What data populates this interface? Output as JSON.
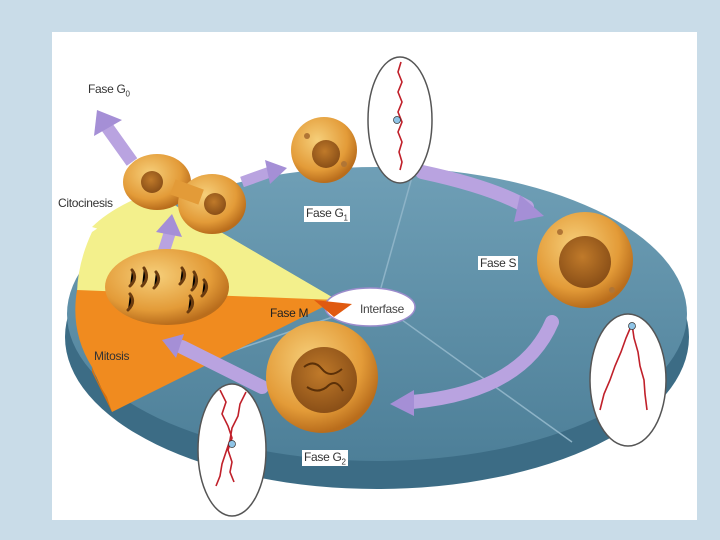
{
  "diagram": {
    "labels": {
      "g0": "Fase G",
      "g0_sub": "0",
      "citocinesis": "Citocinesis",
      "g1": "Fase G",
      "g1_sub": "1",
      "s": "Fase S",
      "m": "Fase M",
      "interfase": "Interfase",
      "mitosis": "Mitosis",
      "g2": "Fase G",
      "g2_sub": "2"
    },
    "colors": {
      "disc_top": "#5b8fa8",
      "disc_edge": "#3f6f88",
      "mitosis_sector": "#f08a1e",
      "citocinesis_sector": "#f2f08a",
      "cell": "#e8a540",
      "arrow": "#b9a3e0"
    }
  }
}
